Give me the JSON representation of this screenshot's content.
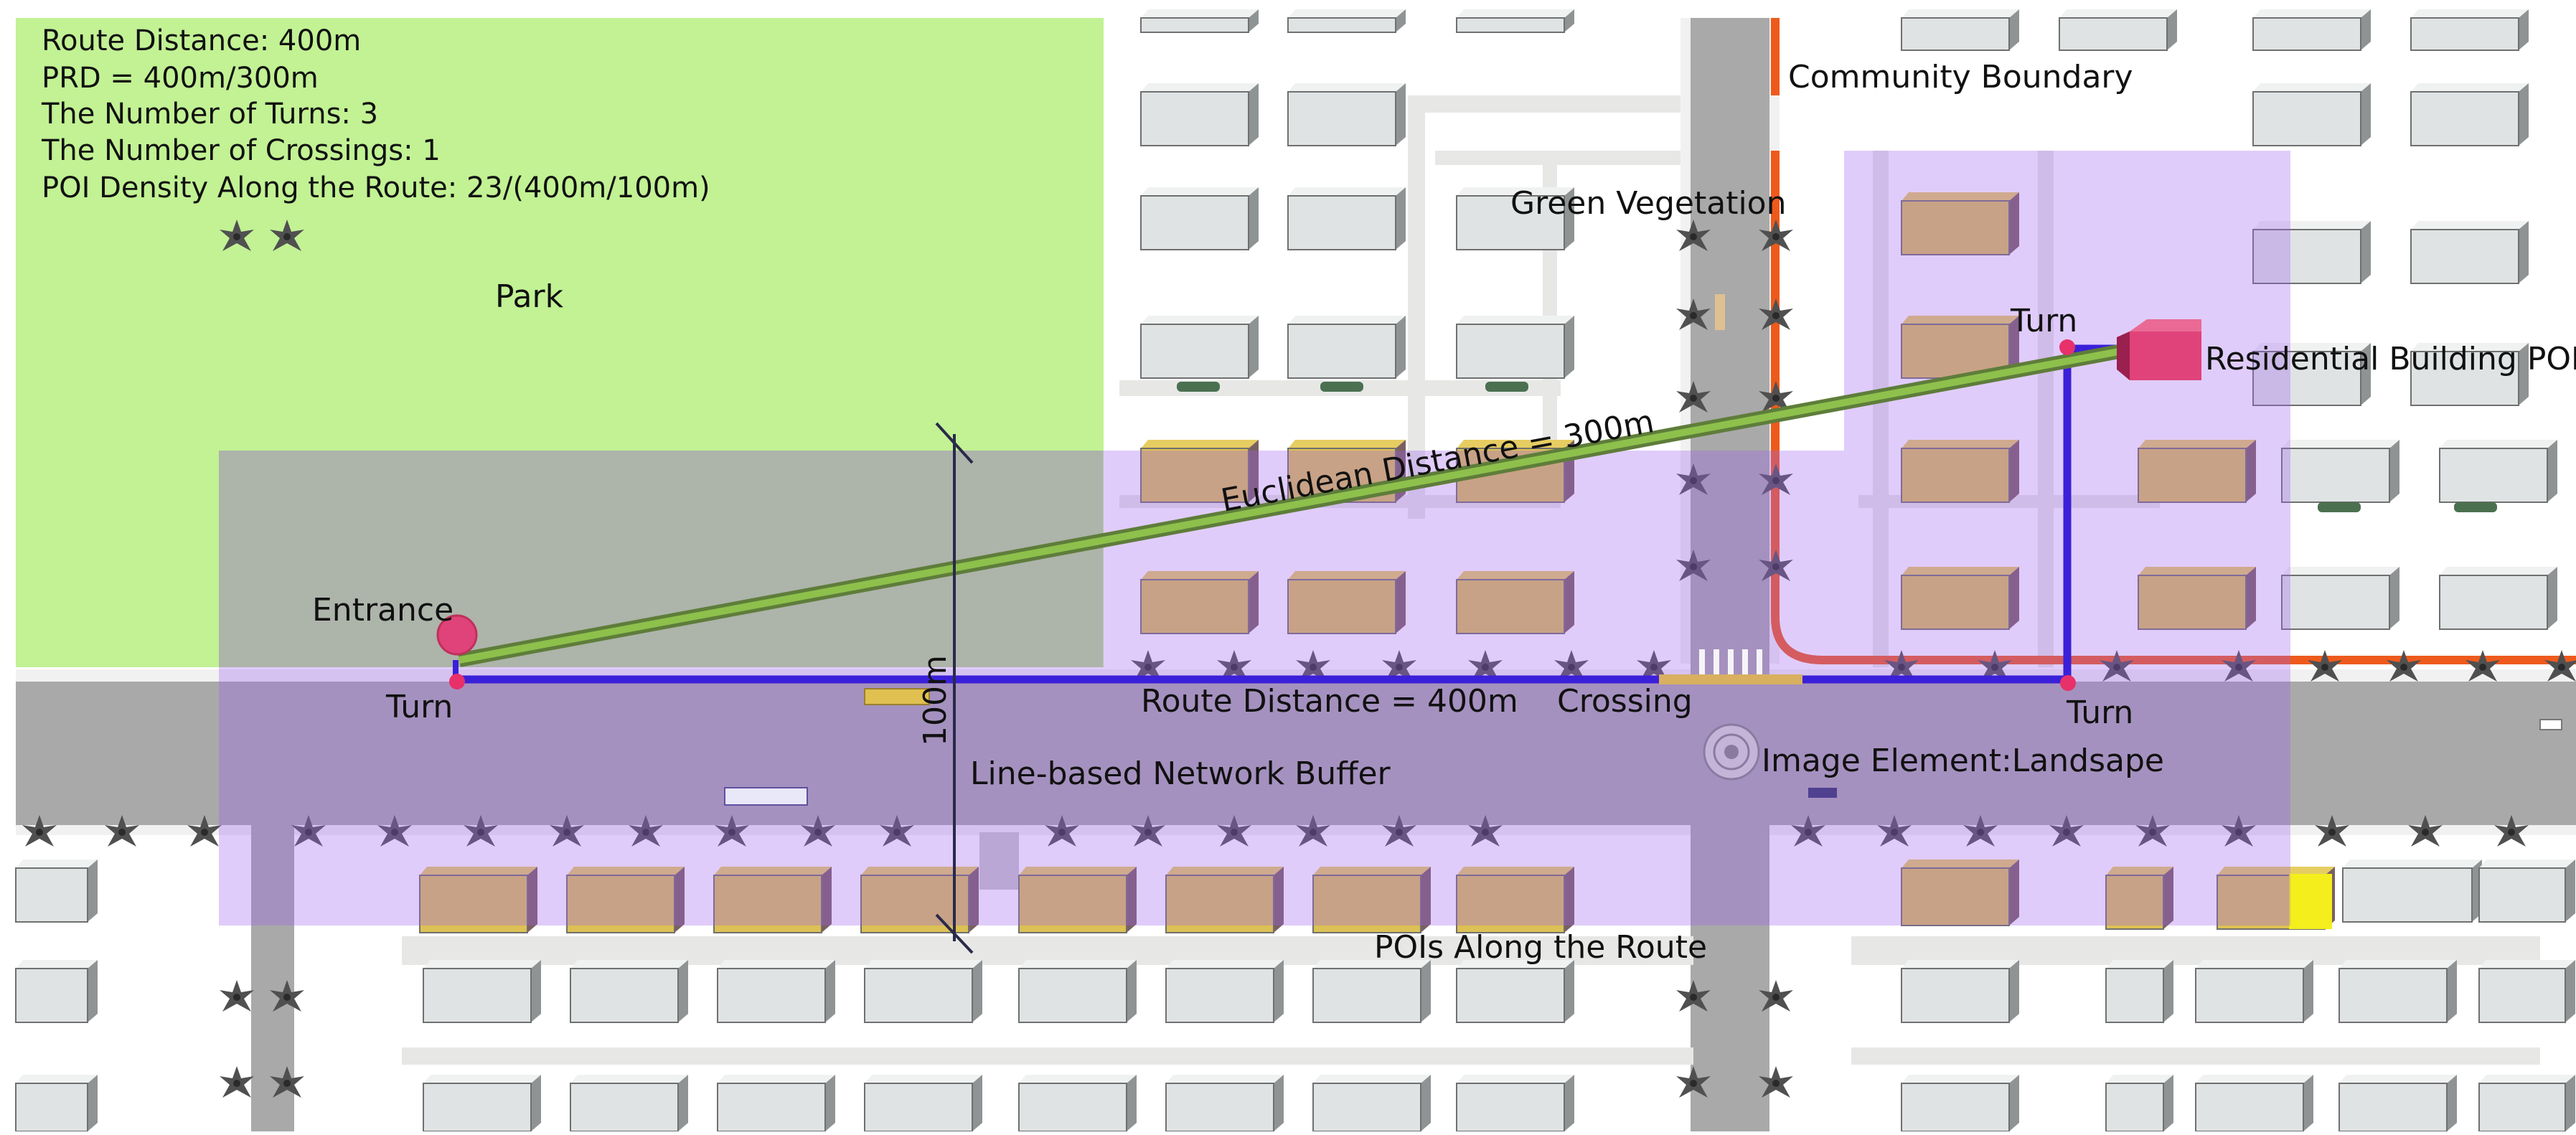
{
  "info": {
    "route_distance": "Route Distance: 400m",
    "prd": "PRD = 400m/300m",
    "turns": "The Number of Turns: 3",
    "crossings": "The Number of Crossings: 1",
    "poi_density": "POI Density Along the Route: 23/(400m/100m)"
  },
  "labels": {
    "park": "Park",
    "community_boundary": "Community Boundary",
    "green_vegetation": "Green Vegetation",
    "turn_top": "Turn",
    "residential_poi": "Residential Building POI",
    "euclidean": "Euclidean Distance = 300m",
    "entrance": "Entrance",
    "turn_left": "Turn",
    "route_distance": "Route Distance = 400m",
    "crossing": "Crossing",
    "turn_right": "Turn",
    "hundred_m": "100m",
    "network_buffer": "Line-based Network Buffer",
    "landscape": "Image Element:Landsape",
    "pois_along": "POIs Along the Route"
  },
  "colors": {
    "park": "#c2f294",
    "road": "#a9a9a9",
    "buffer": "#a060f0",
    "route": "#3a20d8",
    "euclidean": "#7aa63e",
    "poi": "#e0437a",
    "boundary": "#ee5a1c",
    "building_top": "#d9ddde",
    "poi_building_top": "#dcc154",
    "palm": "#4a4a4a"
  }
}
